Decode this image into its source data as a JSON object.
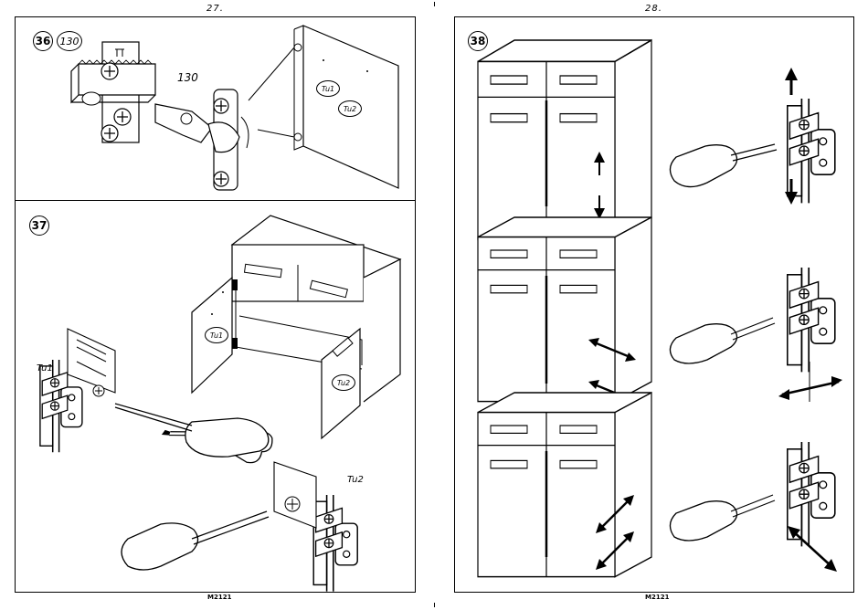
{
  "pages": [
    {
      "number": "27.",
      "footer": "M2121"
    },
    {
      "number": "28.",
      "footer": "M2121"
    }
  ],
  "steps": {
    "s36": {
      "number": "36",
      "badge": "130",
      "dimension": "130",
      "tags": [
        "Tu1",
        "Tu2"
      ]
    },
    "s37": {
      "number": "37",
      "hinge_labels": [
        "Tu1",
        "Tu2"
      ],
      "tags": [
        "Tu1",
        "Tu2"
      ]
    },
    "s38": {
      "number": "38"
    }
  },
  "icons": [
    "screwdriver-icon",
    "hinge-icon",
    "double-arrow-icon"
  ]
}
